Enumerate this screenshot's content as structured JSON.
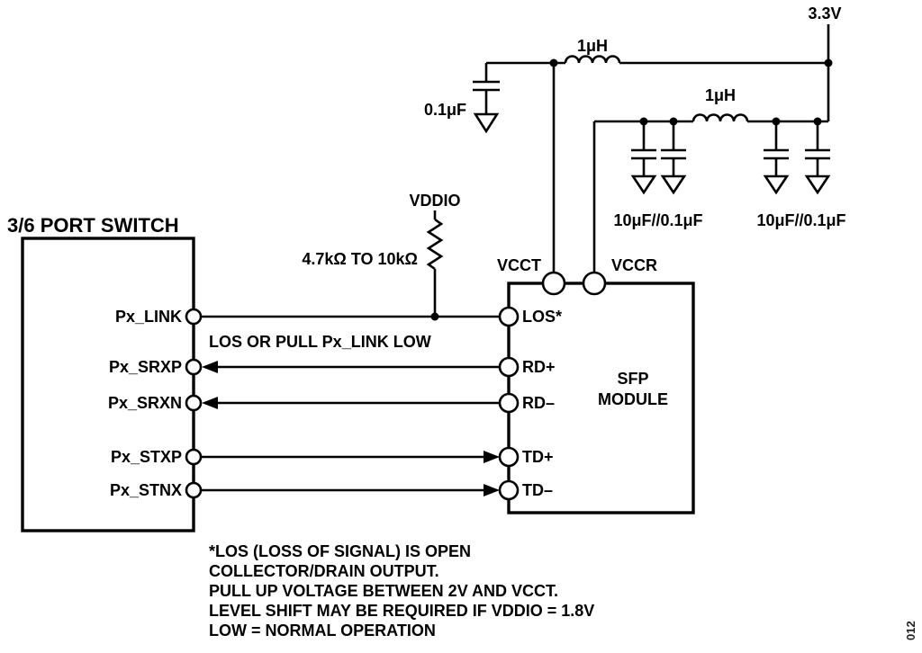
{
  "figure_id": "012",
  "port_switch": {
    "title": "3/6 PORT SWITCH",
    "pins": [
      "Px_LINK",
      "Px_SRXP",
      "Px_SRXN",
      "Px_STXP",
      "Px_STNX"
    ]
  },
  "sfp_module": {
    "name_line1": "SFP",
    "name_line2": "MODULE",
    "pins": [
      "LOS*",
      "RD+",
      "RD–",
      "TD+",
      "TD–"
    ],
    "power_pins": [
      "VCCT",
      "VCCR"
    ]
  },
  "power": {
    "supply": "3.3V",
    "inductor1": "1μH",
    "inductor2": "1μH",
    "bypass_cap": "0.1μF",
    "cap_bank1": "10μF//0.1μF",
    "cap_bank2": "10μF//0.1μF"
  },
  "pullup": {
    "rail": "VDDIO",
    "resistor": "4.7kΩ TO 10kΩ"
  },
  "wire_note": "LOS OR PULL Px_LINK LOW",
  "footnote_lines": [
    "*LOS (LOSS OF SIGNAL) IS OPEN",
    "COLLECTOR/DRAIN OUTPUT.",
    "PULL UP VOLTAGE BETWEEN 2V AND VCCT.",
    "LEVEL SHIFT MAY BE REQUIRED IF VDDIO = 1.8V",
    "LOW = NORMAL OPERATION"
  ]
}
